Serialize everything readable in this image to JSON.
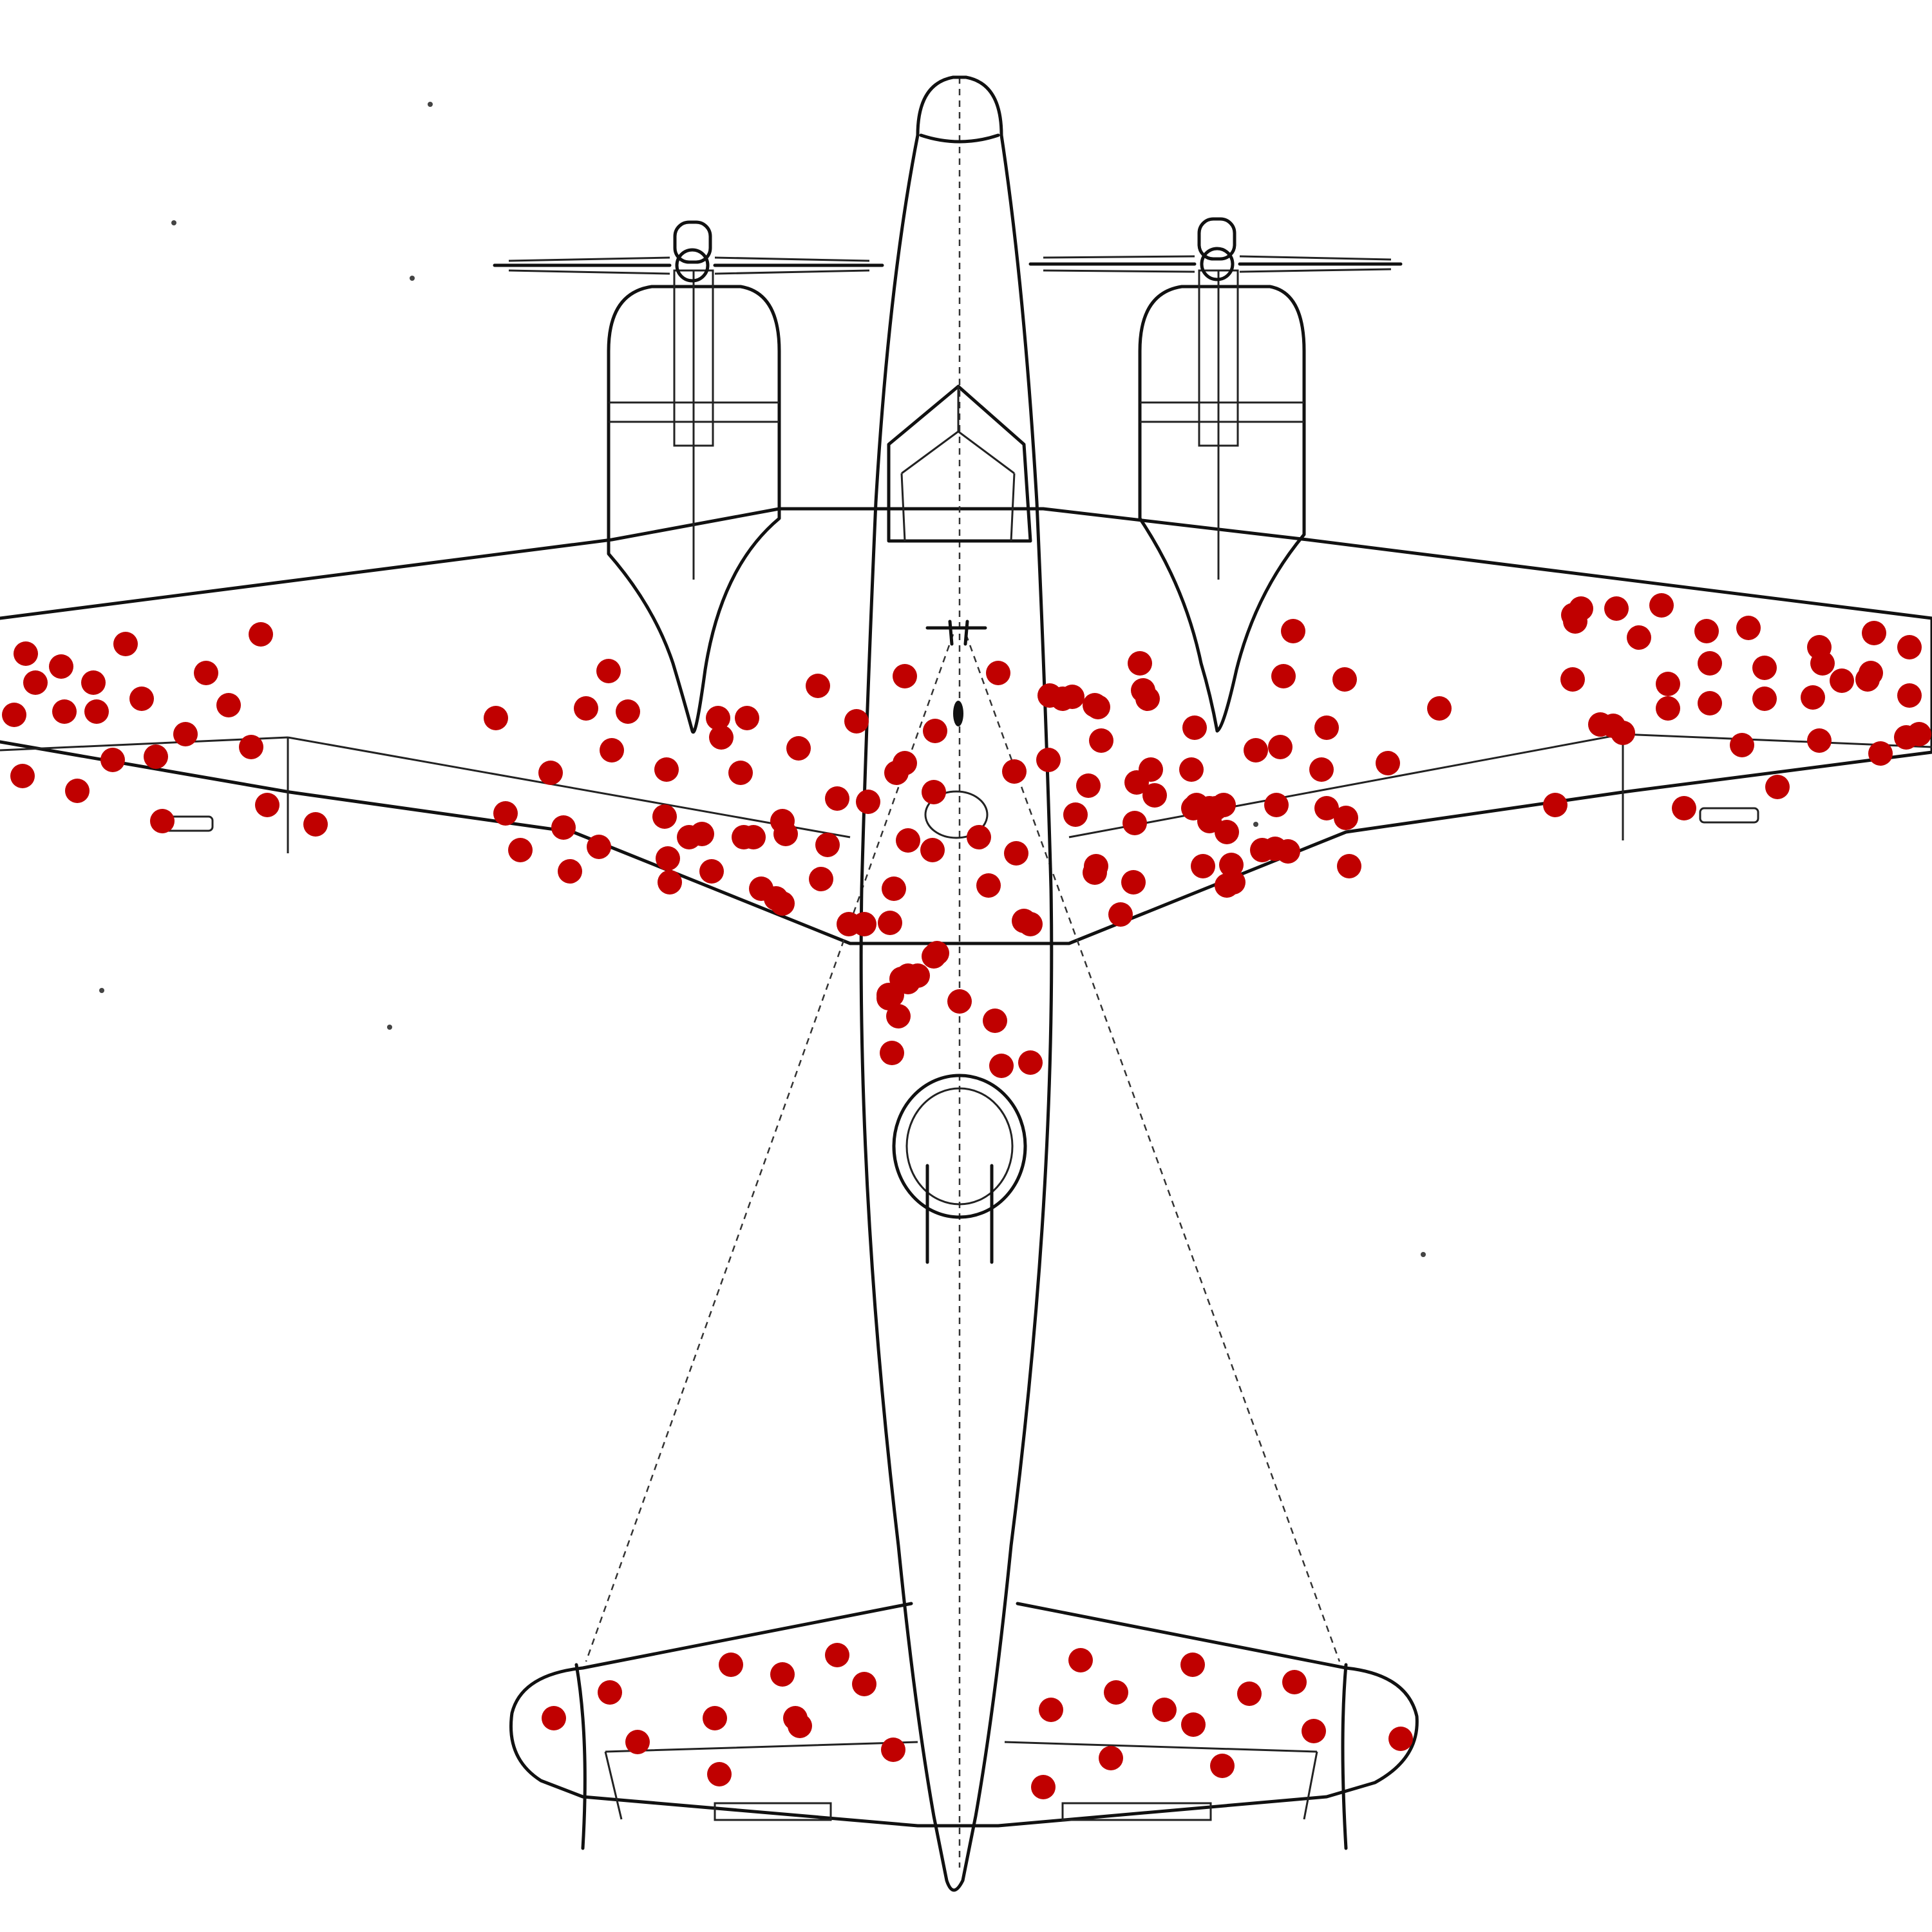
{
  "diagram": {
    "subject": "aircraft-top-view",
    "marker_color": "#c00000",
    "line_color": "#111111",
    "background": "#ffffff"
  },
  "damage_regions": [
    {
      "region": "left-outer-wing",
      "count": 27
    },
    {
      "region": "left-inner-wing",
      "count": 38
    },
    {
      "region": "fuselage-center",
      "count": 26
    },
    {
      "region": "right-inner-wing",
      "count": 43
    },
    {
      "region": "right-outer-wing",
      "count": 33
    },
    {
      "region": "left-tailplane",
      "count": 13
    },
    {
      "region": "right-tailplane",
      "count": 14
    }
  ]
}
